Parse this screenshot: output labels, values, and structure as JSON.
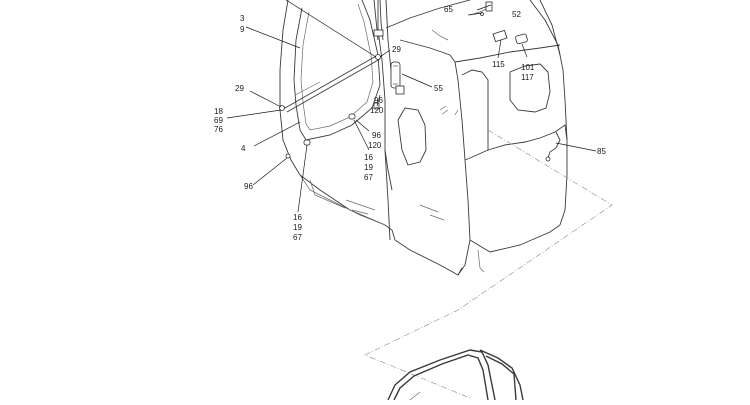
{
  "callouts": {
    "c3": "3",
    "c9": "9",
    "c65": "65",
    "c52": "52",
    "c29a": "29",
    "c29b": "29",
    "c115": "115",
    "c101": "101",
    "c117": "117",
    "c55": "55",
    "c96a": "96",
    "c120a": "120",
    "c96b": "96",
    "c120b": "120",
    "c18": "18",
    "c69": "69",
    "c76": "76",
    "c4": "4",
    "c85": "85",
    "c16a": "16",
    "c19a": "19",
    "c67a": "67",
    "c96c": "96",
    "c16b": "16",
    "c19b": "19",
    "c67b": "67"
  }
}
